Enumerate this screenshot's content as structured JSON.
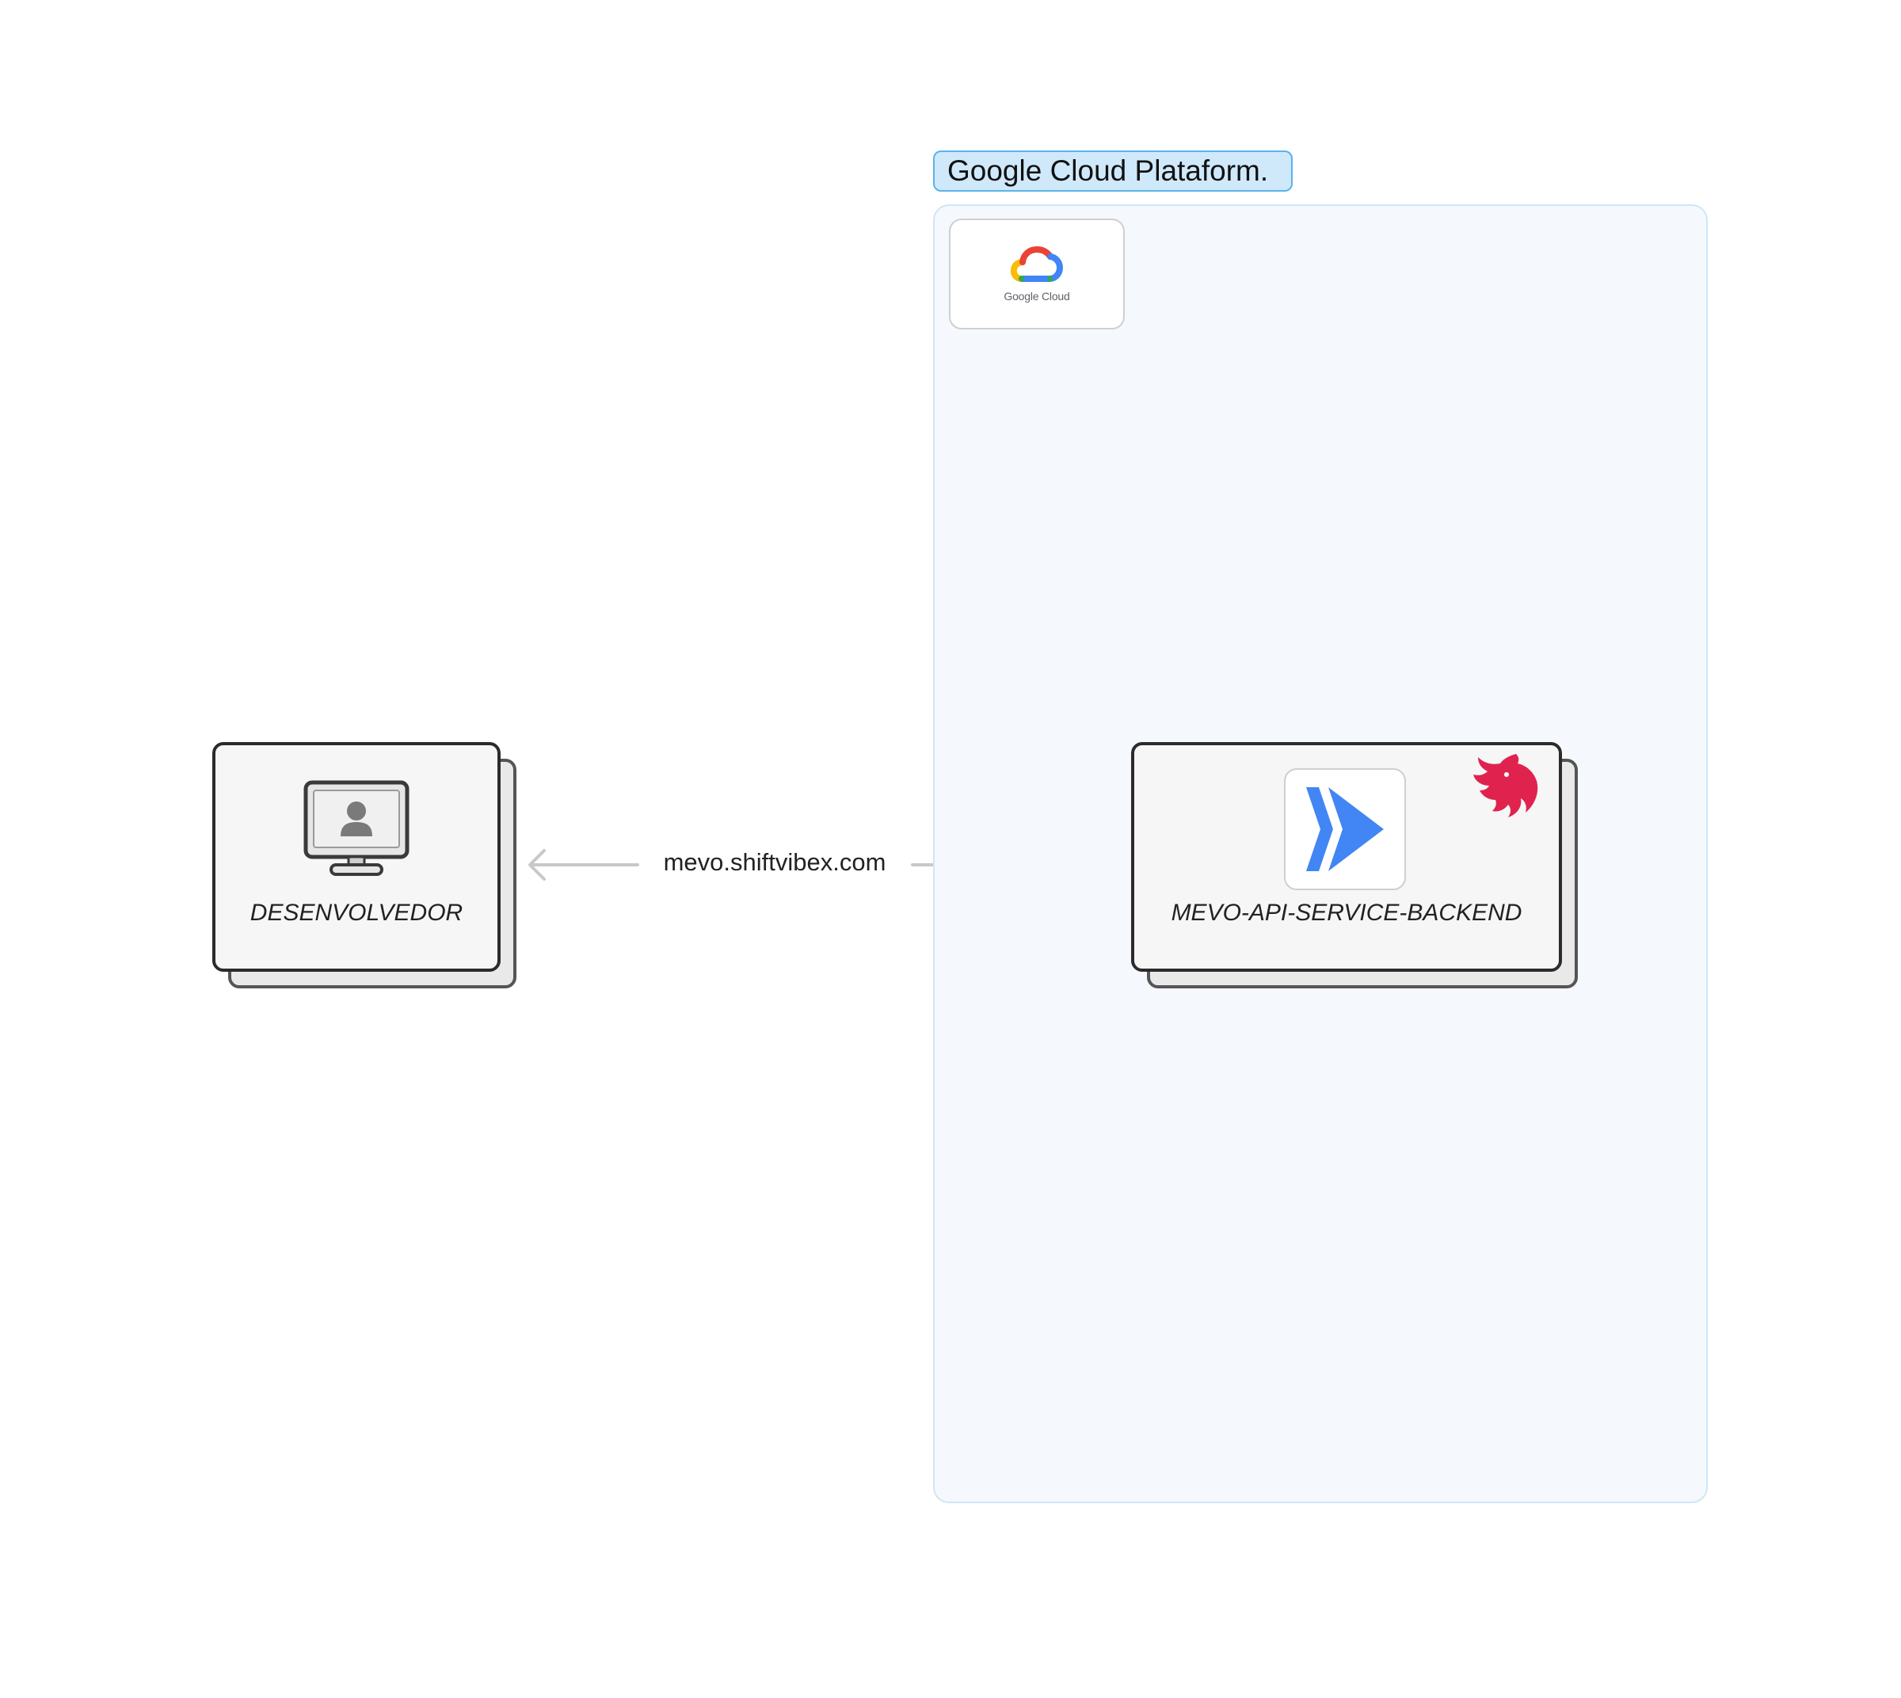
{
  "group": {
    "title": "Google Cloud Plataform.",
    "logo_text": "Google Cloud",
    "fill_color": "#f5f9fd",
    "border_color": "#cfe6f6",
    "label_color": "#cfe9fb"
  },
  "nodes": {
    "developer": {
      "label": "DESENVOLVEDOR",
      "icon": "desktop-user-icon"
    },
    "api_service": {
      "label": "MEVO-API-SERVICE-BACKEND",
      "icons": [
        "cloud-run-icon",
        "nestjs-icon"
      ]
    }
  },
  "edge": {
    "label": "mevo.shiftvibex.com",
    "direction": "bidirectional",
    "color": "#c8c8c8"
  }
}
